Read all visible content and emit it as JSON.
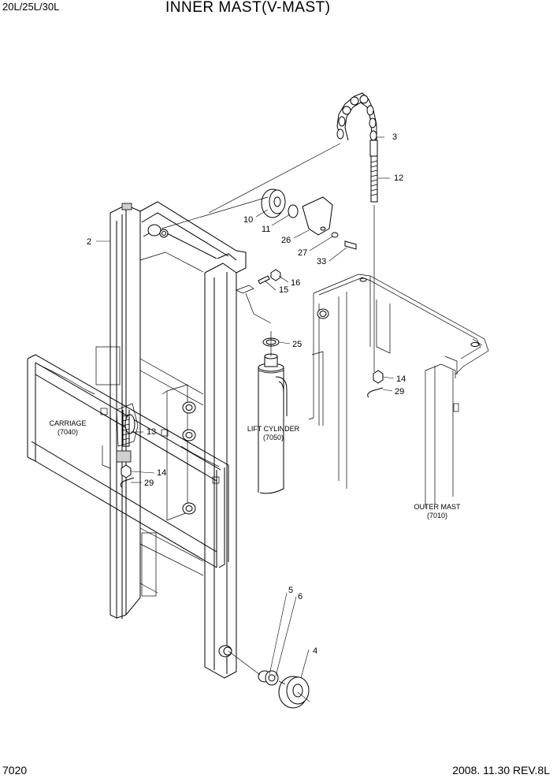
{
  "header": {
    "model": "20L/25L/30L",
    "title": "INNER MAST(V-MAST)"
  },
  "footer": {
    "page_number": "7020",
    "revision": "2008. 11.30  REV.8L"
  },
  "callouts": {
    "c2": "2",
    "c3": "3",
    "c4": "4",
    "c5": "5",
    "c6": "6",
    "c10": "10",
    "c11": "11",
    "c12": "12",
    "c13": "13",
    "c14a": "14",
    "c14b": "14",
    "c15": "15",
    "c16": "16",
    "c25": "25",
    "c26": "26",
    "c27": "27",
    "c29a": "29",
    "c29b": "29",
    "c33": "33"
  },
  "references": {
    "carriage_name": "CARRIAGE",
    "carriage_code": "(7040)",
    "lift_cylinder_name": "LIFT CYLINDER",
    "lift_cylinder_code": "(7050)",
    "outer_mast_name": "OUTER MAST",
    "outer_mast_code": "(7010)"
  }
}
